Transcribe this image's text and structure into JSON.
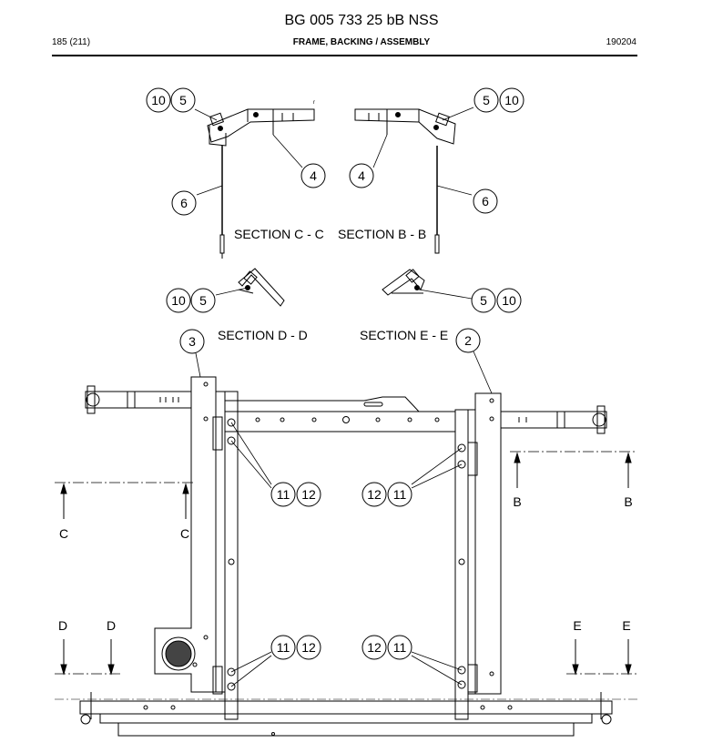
{
  "header": {
    "title": "BG 005 733 25 bB NSS",
    "page": "185 (211)",
    "subtitle": "FRAME, BACKING / ASSEMBLY",
    "date": "190204"
  },
  "sections": {
    "cc": "SECTION  C - C",
    "bb": "SECTION  B - B",
    "dd": "SECTION  D - D",
    "ee": "SECTION  E - E"
  },
  "balloons": {
    "n2": "2",
    "n3": "3",
    "n4": "4",
    "n5": "5",
    "n6": "6",
    "n10": "10",
    "n11": "11",
    "n12": "12"
  },
  "markers": {
    "b": "B",
    "c": "C",
    "d": "D",
    "e": "E"
  }
}
